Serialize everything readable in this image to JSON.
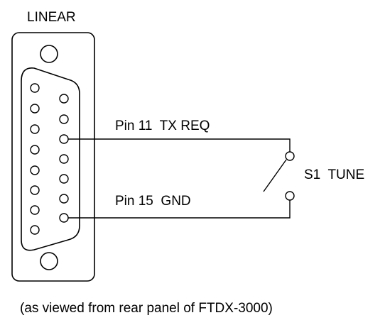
{
  "title": "LINEAR",
  "pin_tx_label": "Pin 11  TX REQ",
  "pin_gnd_label": "Pin 15  GND",
  "switch_label": "S1  TUNE",
  "caption": "(as viewed from rear panel of FTDX-3000)",
  "connector": {
    "pin_count": 15,
    "left_column_pins": 8,
    "right_column_pins": 7,
    "wired_pins": [
      "11",
      "15"
    ]
  },
  "colors": {
    "line": "#000000",
    "background": "#ffffff"
  }
}
